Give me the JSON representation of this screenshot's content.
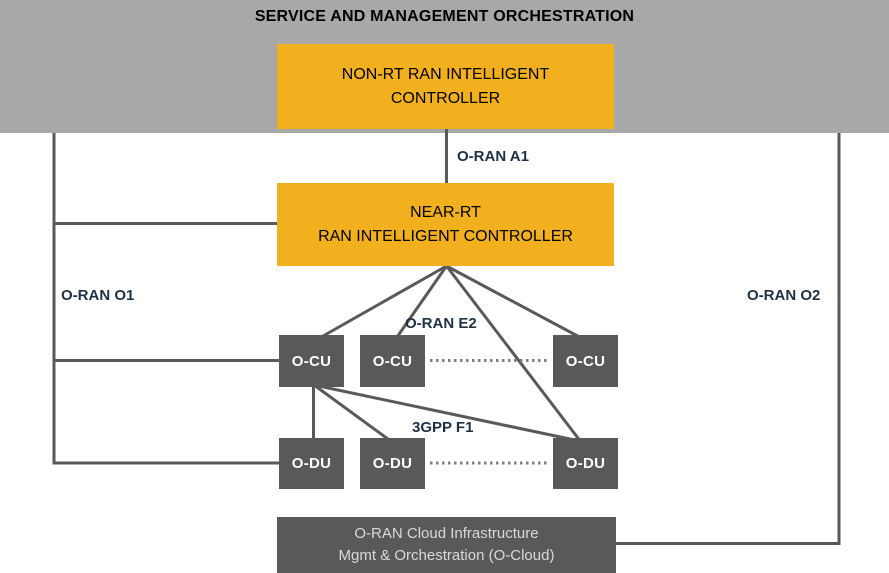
{
  "banner": {
    "title": "SERVICE AND MANAGEMENT ORCHESTRATION"
  },
  "nodes": {
    "non_rt_ric": {
      "label_line1": "NON-RT RAN INTELLIGENT",
      "label_line2": "CONTROLLER"
    },
    "near_rt_ric": {
      "label_line1": "NEAR-RT",
      "label_line2": "RAN INTELLIGENT CONTROLLER"
    },
    "o_cu_row": {
      "items": [
        {
          "label": "O-CU"
        },
        {
          "label": "O-CU"
        },
        {
          "label": "O-CU"
        }
      ]
    },
    "o_du_row": {
      "items": [
        {
          "label": "O-DU"
        },
        {
          "label": "O-DU"
        },
        {
          "label": "O-DU"
        }
      ]
    },
    "o_cloud": {
      "label_line1": "O-RAN Cloud Infrastructure",
      "label_line2": "Mgmt & Orchestration (O-Cloud)"
    }
  },
  "interfaces": {
    "a1": {
      "label": "O-RAN A1"
    },
    "o1": {
      "label": "O-RAN O1"
    },
    "o2": {
      "label": "O-RAN O2"
    },
    "e2": {
      "label": "O-RAN E2"
    },
    "f1": {
      "label": "3GPP F1"
    }
  },
  "colors": {
    "banner-gray": "#a8a8a8",
    "node-amber": "#f2b01e",
    "node-gray": "#595959",
    "line-gray": "#595959",
    "dotted-gray": "#808080",
    "label-navy": "#1e3144",
    "cloud-text": "#d9d9d9",
    "title-black": "#000000"
  }
}
